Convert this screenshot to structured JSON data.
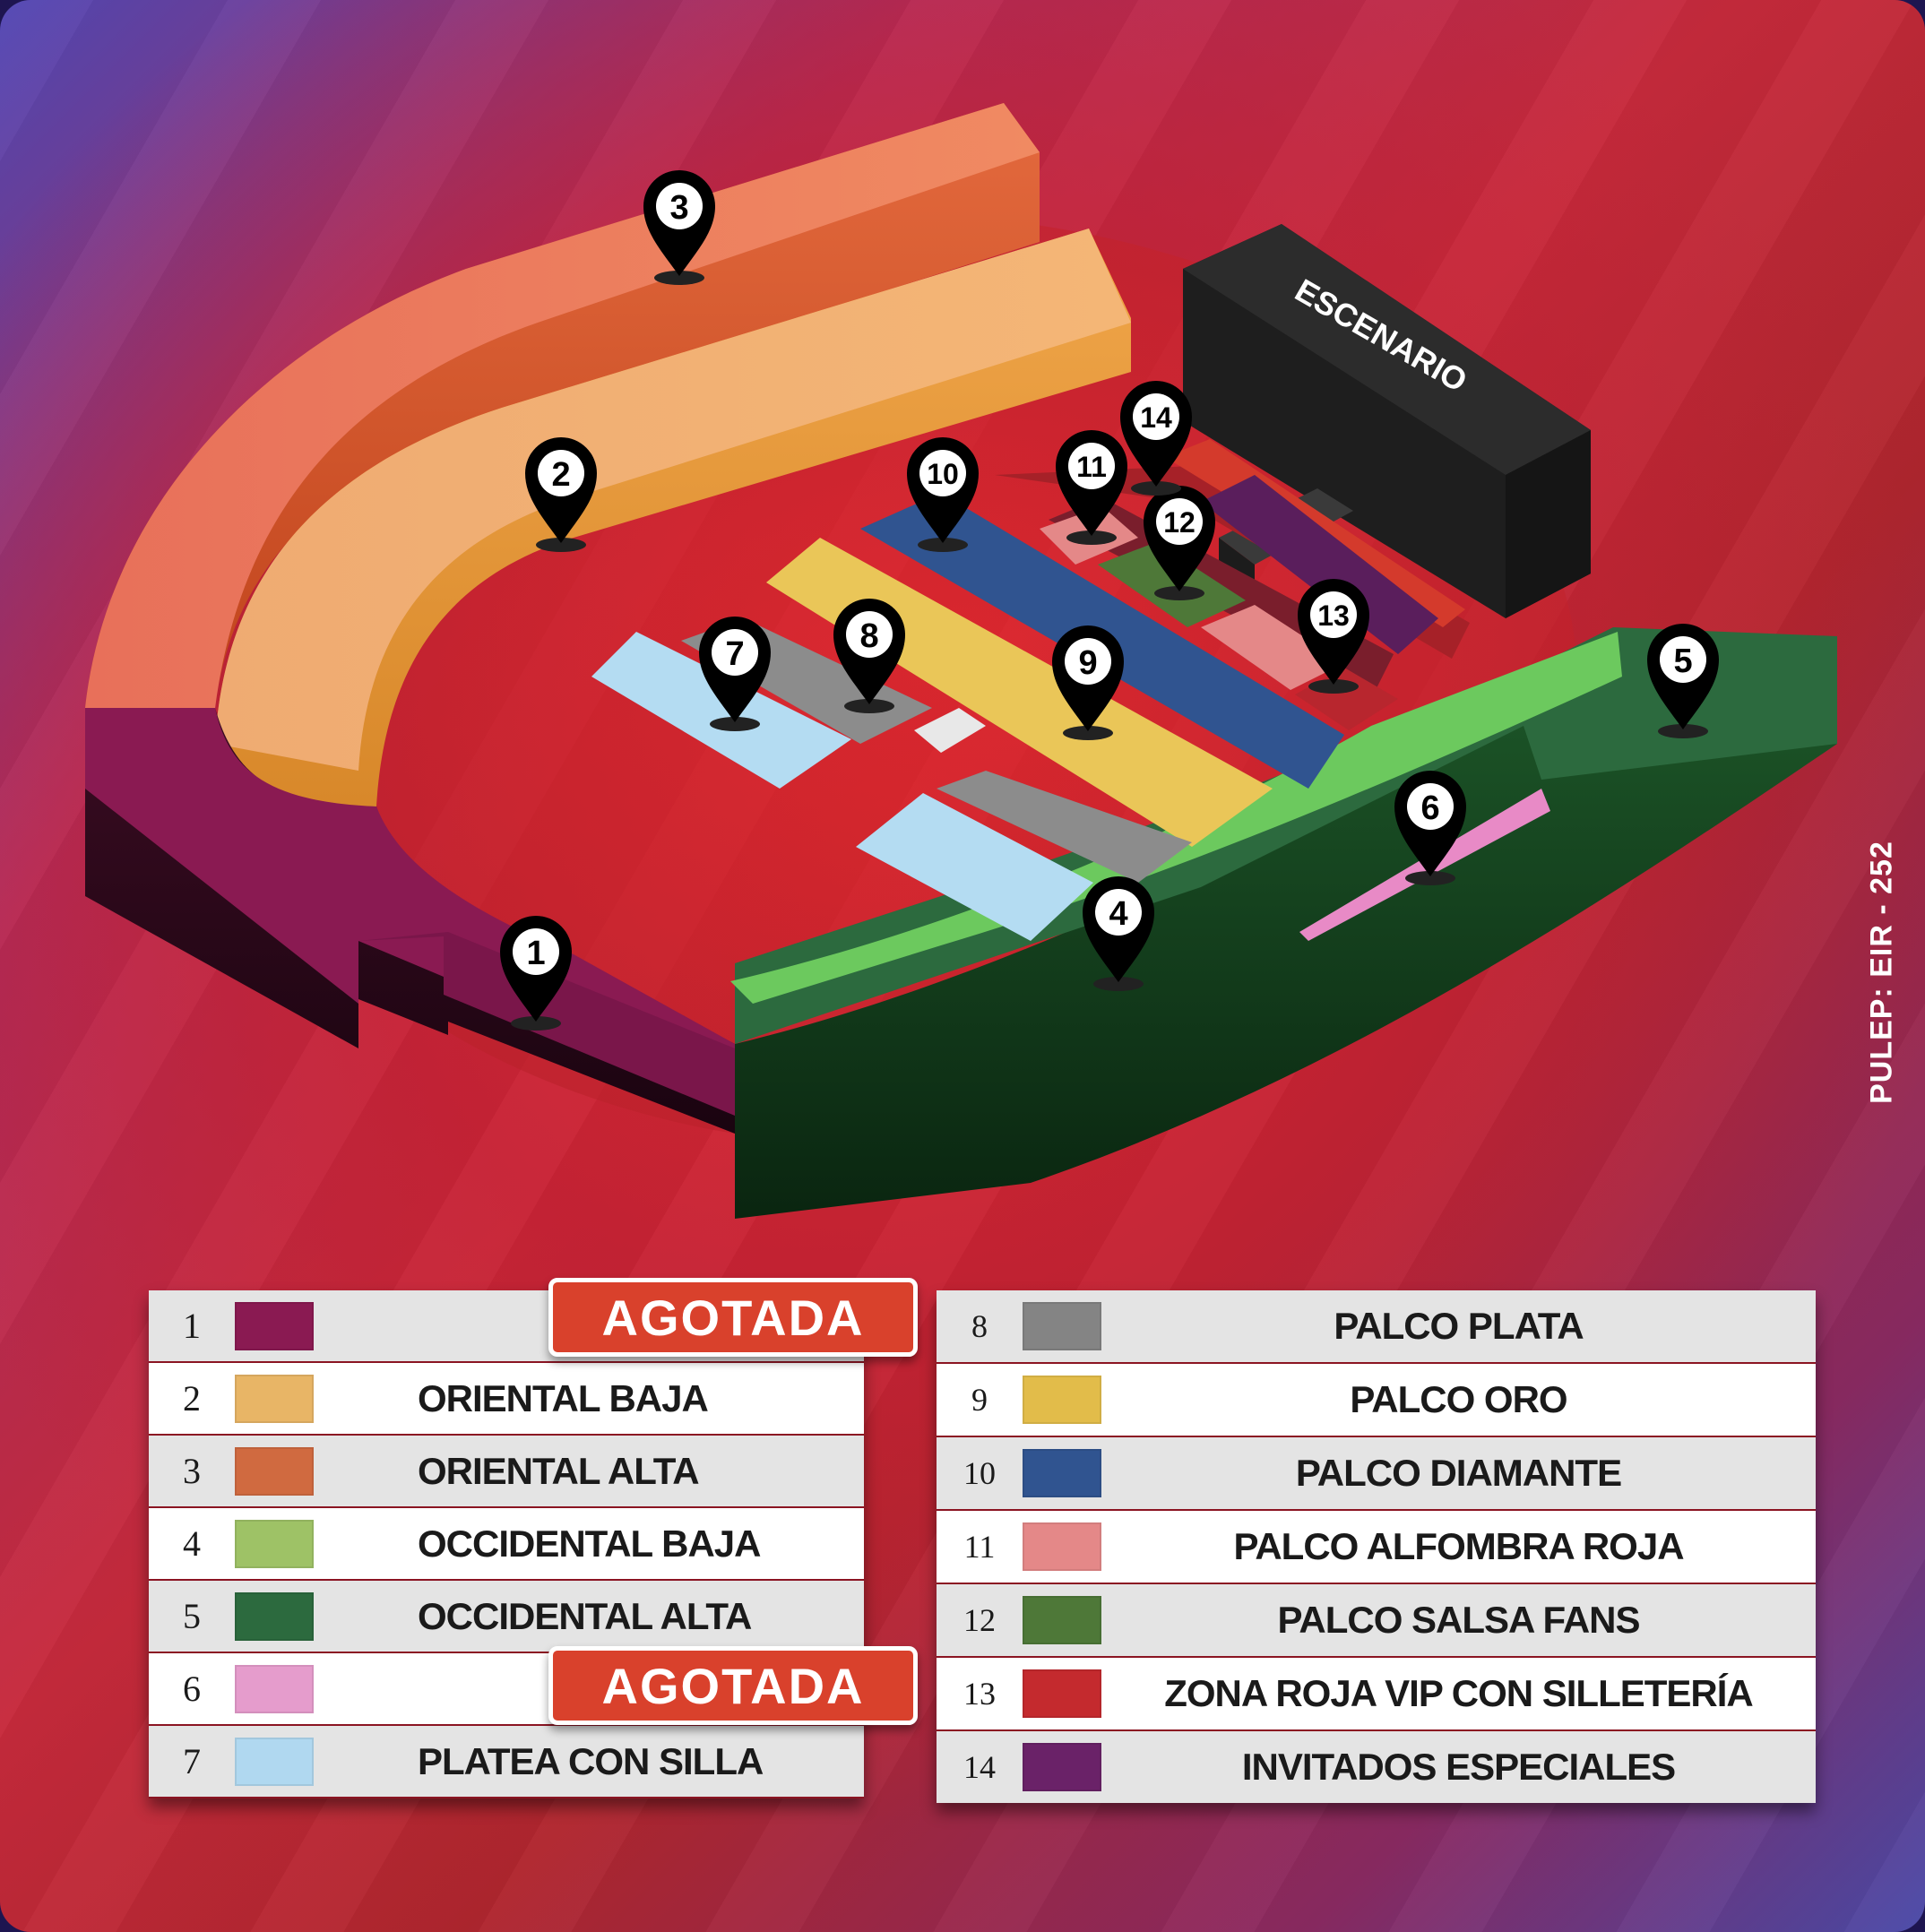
{
  "stage_label": "ESCENARIO",
  "pulep": "PULEP: EIR - 252",
  "pins": [
    "1",
    "2",
    "3",
    "4",
    "5",
    "6",
    "7",
    "8",
    "9",
    "10",
    "11",
    "12",
    "13",
    "14"
  ],
  "legend_left": [
    {
      "num": "1",
      "label": "",
      "badge": "AGOTADA",
      "color": "#8a1a52"
    },
    {
      "num": "2",
      "label": "ORIENTAL BAJA",
      "badge": "",
      "color": "#e8b566"
    },
    {
      "num": "3",
      "label": "ORIENTAL ALTA",
      "badge": "",
      "color": "#d06a40"
    },
    {
      "num": "4",
      "label": "OCCIDENTAL BAJA",
      "badge": "",
      "color": "#9ec266"
    },
    {
      "num": "5",
      "label": "OCCIDENTAL ALTA",
      "badge": "",
      "color": "#2c6a3e"
    },
    {
      "num": "6",
      "label": "",
      "badge": "AGOTADA",
      "color": "#e59ccc"
    },
    {
      "num": "7",
      "label": "PLATEA CON SILLA",
      "badge": "",
      "color": "#b0d8f0"
    }
  ],
  "legend_right": [
    {
      "num": "8",
      "label": "PALCO PLATA",
      "color": "#848484"
    },
    {
      "num": "9",
      "label": "PALCO ORO",
      "color": "#e2bc4a"
    },
    {
      "num": "10",
      "label": "PALCO DIAMANTE",
      "color": "#305490"
    },
    {
      "num": "11",
      "label": "PALCO ALFOMBRA ROJA",
      "color": "#e48888"
    },
    {
      "num": "12",
      "label": "PALCO SALSA FANS",
      "color": "#4e7838"
    },
    {
      "num": "13",
      "label": "ZONA ROJA VIP CON SILLETERÍA",
      "color": "#c42a2e"
    },
    {
      "num": "14",
      "label": "INVITADOS ESPECIALES",
      "color": "#6a2268"
    }
  ]
}
